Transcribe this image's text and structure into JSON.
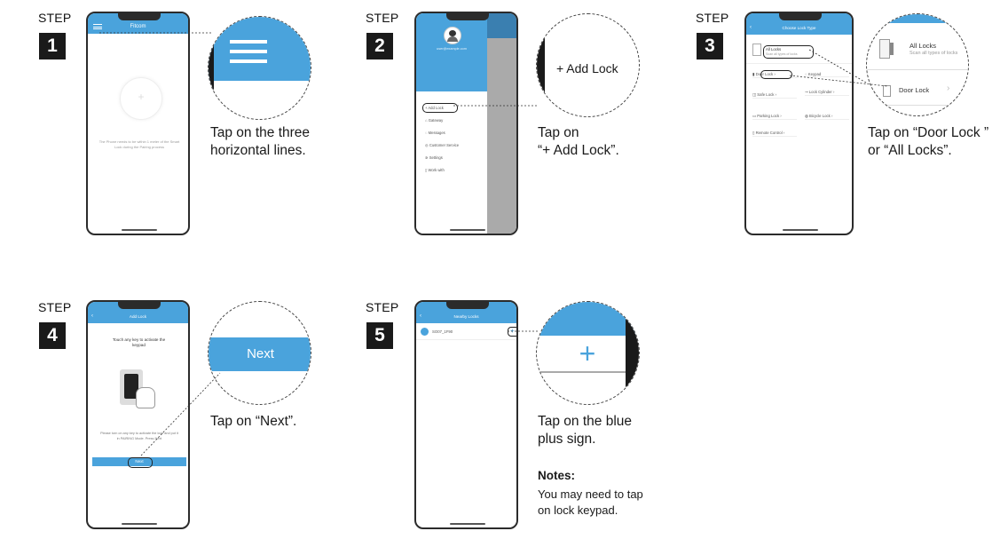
{
  "colors": {
    "accent": "#4aa3dc",
    "dark": "#1a1a1a"
  },
  "steps": [
    {
      "word": "STEP",
      "number": "1",
      "phone": {
        "title": "Fitcom",
        "body": "The Phone needs to be within 1 meter of the Smart Lock during the Pairing process"
      },
      "zoom": {
        "icon": "hamburger-menu-icon"
      },
      "caption": [
        "Tap on the three",
        "horizontal lines."
      ]
    },
    {
      "word": "STEP",
      "number": "2",
      "phone": {
        "email": "user@example.com",
        "menu": [
          "Add Lock",
          "Gateway",
          "Messages",
          "Customer Service",
          "Settings",
          "Work with"
        ]
      },
      "zoom": {
        "label": "+ Add Lock"
      },
      "caption": [
        "Tap on",
        "“+ Add Lock”."
      ]
    },
    {
      "word": "STEP",
      "number": "3",
      "phone": {
        "title": "Choose Lock Type",
        "all_locks": "All Locks",
        "all_locks_sub": "Scan all types of locks",
        "grid": [
          "Door Lock",
          "Keypad",
          "Safe Lock",
          "Lock Cylinder",
          "Parking Lock",
          "Bicycle Lock",
          "Remote Control"
        ]
      },
      "zoom": {
        "all_locks": "All Locks",
        "all_locks_sub": "Scan all types of locks",
        "door_lock": "Door Lock"
      },
      "caption": [
        "Tap on “Door Lock ”",
        "or “All Locks”."
      ]
    },
    {
      "word": "STEP",
      "number": "4",
      "phone": {
        "title": "Add Lock",
        "instruction": "Touch any key to activate the keypad",
        "lower": "Please turn on any key to activate the lock and put it in PAIRING Mode. Press Next",
        "button": "Next"
      },
      "zoom": {
        "button": "Next"
      },
      "caption": [
        "Tap on “Next”."
      ]
    },
    {
      "word": "STEP",
      "number": "5",
      "phone": {
        "title": "Nearby Locks",
        "device": "SO07_1F90"
      },
      "zoom": {
        "icon": "plus-icon"
      },
      "caption": [
        "Tap on the blue",
        "plus sign."
      ],
      "notes_title": "Notes:",
      "notes": [
        "You may need to tap",
        "on lock keypad."
      ]
    }
  ]
}
